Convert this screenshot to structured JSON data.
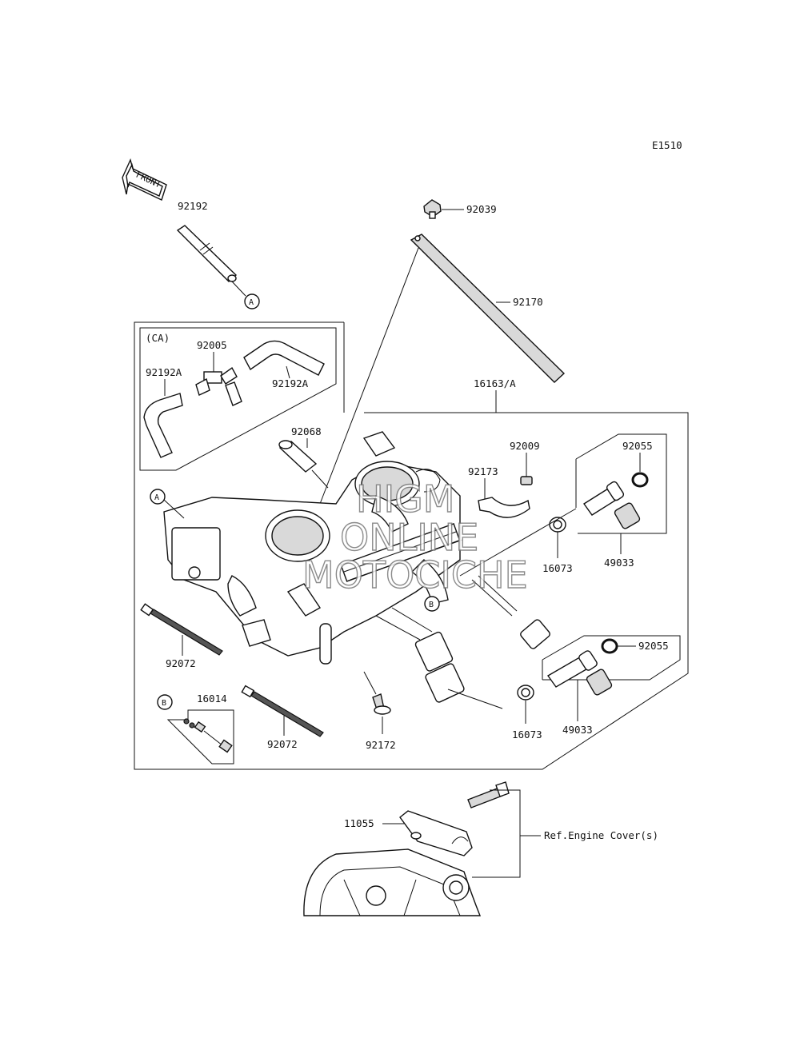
{
  "diagram_code": "E1510",
  "front_arrow_label": "FRONT",
  "box_labels": {
    "ca": "(CA)"
  },
  "ref_labels": {
    "a": "A",
    "b": "B"
  },
  "parts": {
    "p92192": "92192",
    "p92005": "92005",
    "p92192a_left": "92192A",
    "p92192a_right": "92192A",
    "p92039": "92039",
    "p92170": "92170",
    "p16163": "16163/A",
    "p92068": "92068",
    "p92009": "92009",
    "p92173": "92173",
    "p92055_top": "92055",
    "p49033_top": "49033",
    "p16073_top": "16073",
    "p92072_left": "92072",
    "p16014": "16014",
    "p92072_mid": "92072",
    "p92172": "92172",
    "p92055_bottom": "92055",
    "p16073_bottom": "16073",
    "p49033_bottom": "49033",
    "p11055": "11055"
  },
  "reference_note": "Ref.Engine Cover(s)",
  "watermark": {
    "line1": "HIGM",
    "line2": "ONLINE",
    "line3": "MOTOCICHE"
  }
}
